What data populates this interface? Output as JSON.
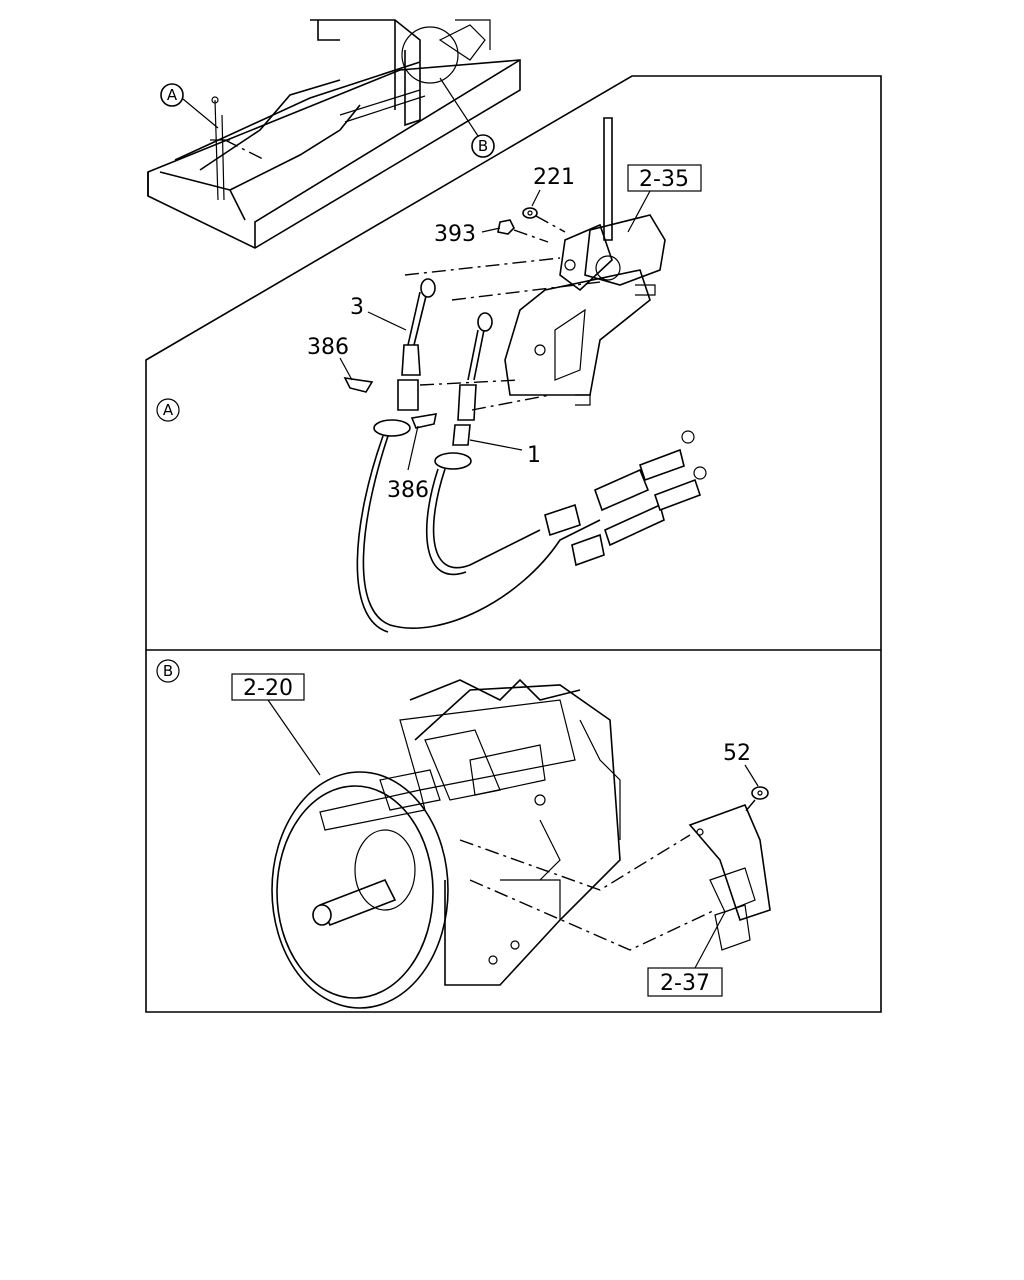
{
  "callouts": {
    "a": "A",
    "b": "B"
  },
  "panel_a": {
    "marker": "A",
    "labels": {
      "p221": "221",
      "p393": "393",
      "p3": "3",
      "p386_top": "386",
      "p386_bottom": "386",
      "p1": "1",
      "ref_2_35": "2-35"
    }
  },
  "panel_b": {
    "marker": "B",
    "labels": {
      "ref_2_20": "2-20",
      "p52": "52",
      "ref_2_37": "2-37"
    }
  }
}
